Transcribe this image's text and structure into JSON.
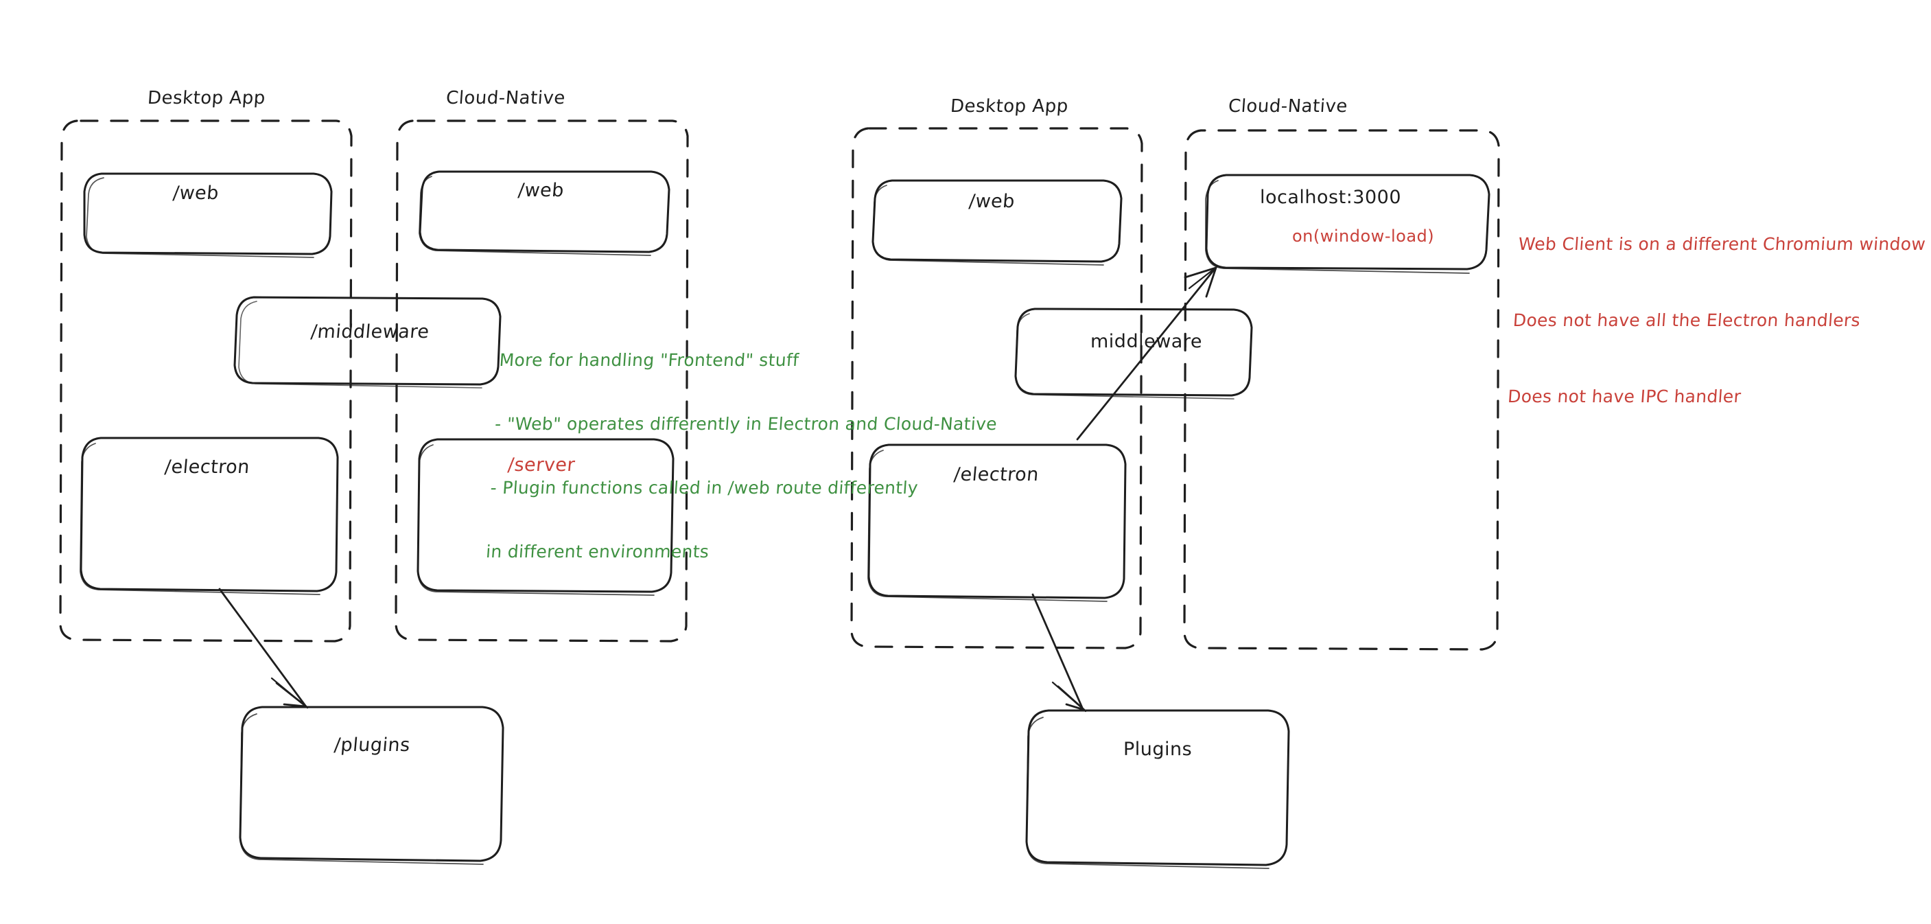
{
  "diagram": {
    "title": "Electron Desktop App vs Cloud-Native architecture comparison",
    "colors": {
      "stroke": "#1e1e1e",
      "green_note": "#3f9142",
      "red_note": "#c9413a",
      "background": "#ffffff"
    }
  },
  "left_diagram": {
    "groups": [
      {
        "label": "Desktop App"
      },
      {
        "label": "Cloud-Native"
      }
    ],
    "boxes": [
      {
        "label": "/web",
        "color": "black"
      },
      {
        "label": "/web",
        "color": "black"
      },
      {
        "label": "/middleware",
        "color": "black"
      },
      {
        "label": "/electron",
        "color": "black"
      },
      {
        "label": "/server",
        "color": "red"
      },
      {
        "label": "/plugins",
        "color": "black"
      }
    ]
  },
  "right_diagram": {
    "groups": [
      {
        "label": "Desktop App"
      },
      {
        "label": "Cloud-Native"
      }
    ],
    "boxes": [
      {
        "label": "/web",
        "color": "black"
      },
      {
        "label": "localhost:3000",
        "color": "black",
        "sublabel": "on(window-load)",
        "sublabel_color": "red"
      },
      {
        "label": "middleware",
        "color": "black"
      },
      {
        "label": "/electron",
        "color": "black"
      },
      {
        "label": "Plugins",
        "color": "black"
      }
    ]
  },
  "notes": {
    "green": {
      "lines": [
        "More for handling \"Frontend\" stuff",
        "- \"Web\" operates differently in Electron and Cloud-Native",
        "- Plugin functions called in /web route differently",
        "in different environments"
      ]
    },
    "red": {
      "lines": [
        "Web Client is on a different Chromium window",
        "Does not have all the Electron handlers",
        "Does not have IPC handler"
      ]
    }
  }
}
